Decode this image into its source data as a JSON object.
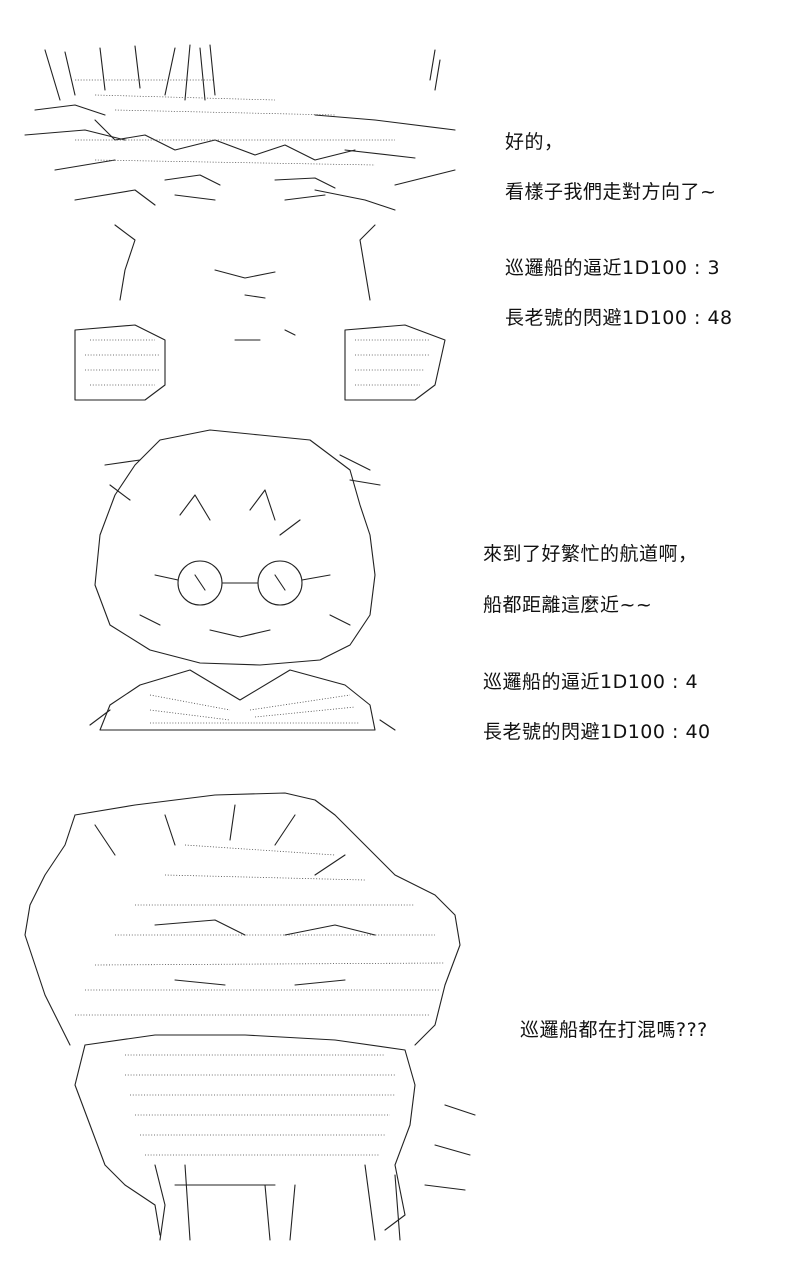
{
  "panels": [
    {
      "lines": [
        "好的，",
        "看樣子我們走對方向了~",
        "",
        "巡邏船的逼近1D100 : 3",
        "長老號的閃避1D100 : 48"
      ]
    },
    {
      "lines": [
        "來到了好繁忙的航道啊，",
        "船都距離這麼近~~",
        "",
        "巡邏船的逼近1D100 : 4",
        "長老號的閃避1D100 : 40"
      ]
    },
    {
      "lines": [
        "巡邏船都在打混嗎???"
      ]
    }
  ]
}
